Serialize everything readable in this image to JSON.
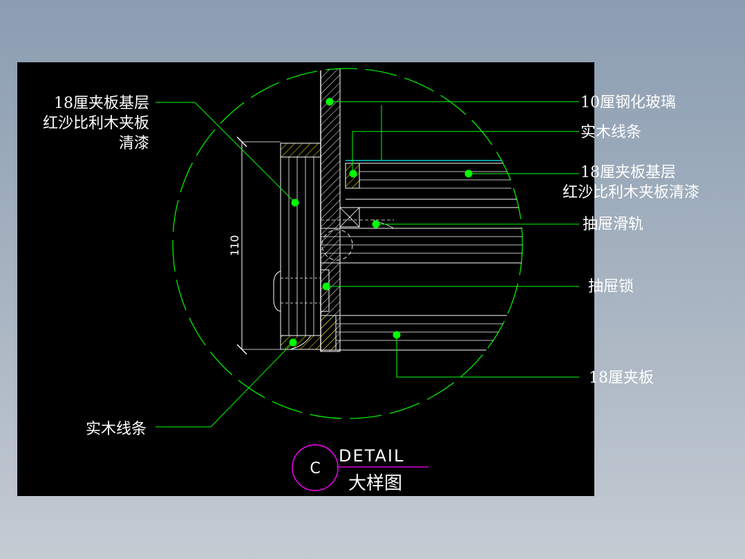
{
  "drawing": {
    "labels_left": {
      "plywood_base_line1": "18厘夹板基层",
      "plywood_base_line2": "红沙比利木夹板",
      "plywood_base_line3": "清漆",
      "solid_wood_strip": "实木线条"
    },
    "labels_right": {
      "tempered_glass": "10厘钢化玻璃",
      "solid_wood_strip": "实木线条",
      "plywood_base_line1": "18厘夹板基层",
      "plywood_base_line2": "红沙比利木夹板清漆",
      "drawer_slide": "抽屉滑轨",
      "drawer_lock": "抽屉锁",
      "plywood_18": "18厘夹板"
    },
    "dimension": "110",
    "title_block": {
      "tag": "C",
      "title_en": "DETAIL",
      "title_cn": "大样图"
    }
  },
  "colors": {
    "canvas": "#000000",
    "linework": "#ffffff",
    "leader": "#00ff00",
    "detail_circle": "#00ff00",
    "tag_circle": "#ff00ff",
    "hatch": "#ffff00",
    "glass": "#00ffff"
  }
}
